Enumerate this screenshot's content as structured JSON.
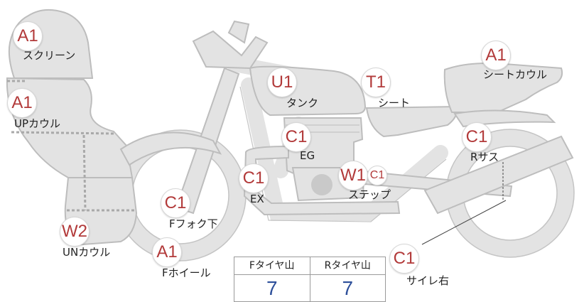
{
  "markers": [
    {
      "id": "screen",
      "code": "A1",
      "label": "スクリーン"
    },
    {
      "id": "upcowl",
      "code": "A1",
      "label": "UPカウル"
    },
    {
      "id": "uncowl",
      "code": "W2",
      "label": "UNカウル"
    },
    {
      "id": "ffork",
      "code": "C1",
      "label": "Fフォク下"
    },
    {
      "id": "fwheel",
      "code": "A1",
      "label": "Fホイール"
    },
    {
      "id": "ex",
      "code": "C1",
      "label": "EX"
    },
    {
      "id": "tank",
      "code": "U1",
      "label": "タンク"
    },
    {
      "id": "eg",
      "code": "C1",
      "label": "EG"
    },
    {
      "id": "seat",
      "code": "T1",
      "label": "シート"
    },
    {
      "id": "step",
      "code": "W1",
      "code2": "C1",
      "label": "ステップ"
    },
    {
      "id": "seatcowl",
      "code": "A1",
      "label": "シートカウル"
    },
    {
      "id": "rsus",
      "code": "C1",
      "label": "Rサス"
    },
    {
      "id": "muffler",
      "code": "C1",
      "label": "サイレ右"
    }
  ],
  "tire_table": {
    "front_label": "Fタイヤ山",
    "rear_label": "Rタイヤ山",
    "front_value": "7",
    "rear_value": "7"
  },
  "colors": {
    "marker_code": "#b23a3a",
    "tire_value": "#2d4f9a",
    "part_fill": "#e3e3e3"
  }
}
